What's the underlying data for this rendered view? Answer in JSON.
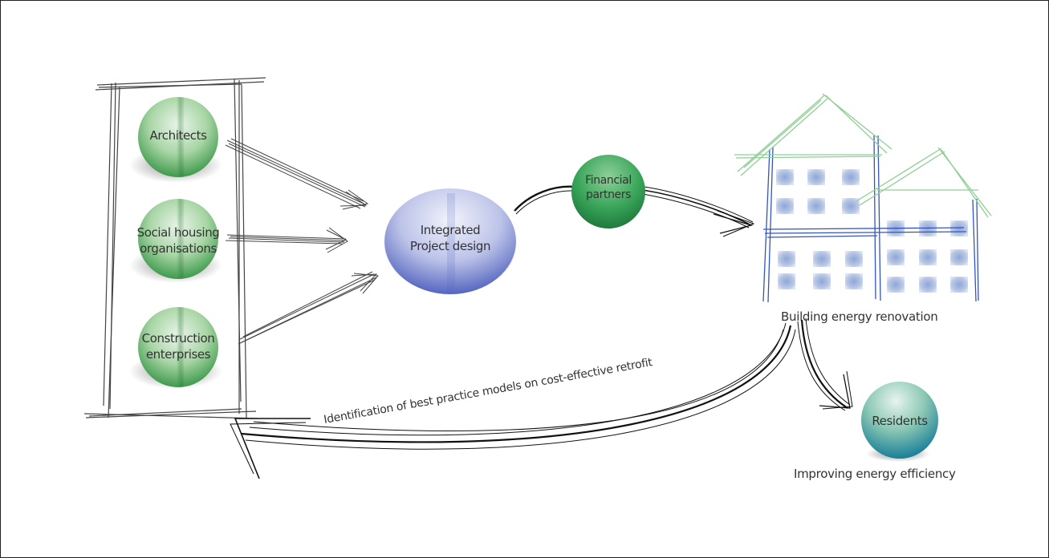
{
  "actors": [
    {
      "lines": [
        "Architects"
      ]
    },
    {
      "lines": [
        "Social housing",
        "organisations"
      ]
    },
    {
      "lines": [
        "Construction",
        "enterprises"
      ]
    }
  ],
  "integrated": {
    "lines": [
      "Integrated",
      "Project design"
    ]
  },
  "financial": {
    "lines": [
      "Financial",
      "partners"
    ]
  },
  "building_label": "Building energy renovation",
  "residents": {
    "label": "Residents",
    "caption": "Improving energy efficiency"
  },
  "feedback_label": "Identification of best practice models on cost-effective retrofit",
  "colors": {
    "green_circle": "#3a9a4a",
    "blue_ellipse": "#5566c0",
    "teal_circle": "#1d8a9a",
    "roof": "#8fcf95",
    "frame": "#3355bb",
    "window": "#9fb6de",
    "ink": "#222222"
  }
}
